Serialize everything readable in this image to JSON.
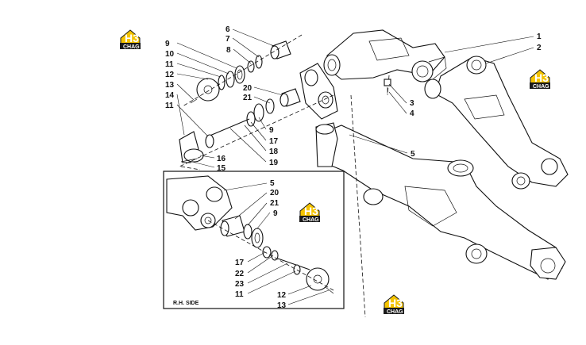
{
  "inset": {
    "title": "R.H. SIDE"
  },
  "watermark": {
    "letters": "H3",
    "word": "CHAG",
    "yellow": "#f5c400",
    "dark": "#1a1a1a"
  },
  "callouts": {
    "c1": "1",
    "c2": "2",
    "c3": "3",
    "c4": "4",
    "c5": "5",
    "c6": "6",
    "c7": "7",
    "c8": "8",
    "c9a": "9",
    "c10": "10",
    "c11a": "11",
    "c12": "12",
    "c13": "13",
    "c14": "14",
    "c11b": "11",
    "c16": "16",
    "c15": "15",
    "c20a": "20",
    "c21a": "21",
    "c9b": "9",
    "c17a": "17",
    "c18": "18",
    "c19": "19",
    "i5": "5",
    "i20": "20",
    "i21": "21",
    "i9": "9",
    "i17": "17",
    "i22": "22",
    "i23": "23",
    "i11": "11",
    "i12": "12",
    "i13": "13"
  }
}
